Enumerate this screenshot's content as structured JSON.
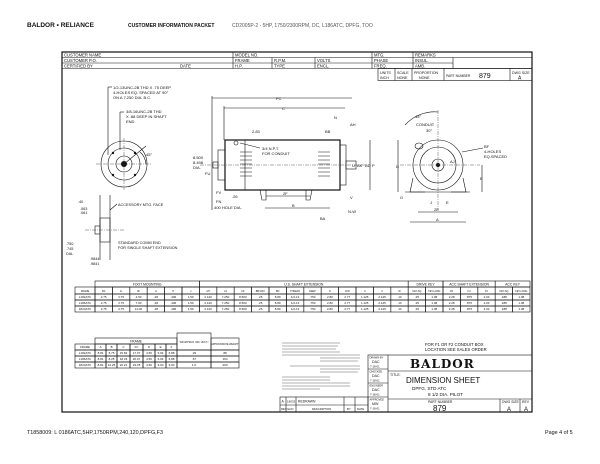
{
  "header": {
    "brand": "BALDOR • RELIANCE",
    "packet": "CUSTOMER INFORMATION PACKET",
    "model_desc": "CD2005P-2 - 5HP, 1750/2300RPM, DC, L186ATC, DPFG, TOO"
  },
  "info_block": {
    "customer_name": "CUSTOMER NAME",
    "customer_po": "CUSTOMER P.O.",
    "certified_by": "CERTIFIED BY",
    "date": "DATE",
    "model_no": "MODEL NO.",
    "frame": "FRAME",
    "rpm": "R.P.M.",
    "volts": "VOLTS",
    "hp": "H.P.",
    "type": "TYPE",
    "encl": "ENCL.",
    "mtg": "MTG.",
    "phase": "PHASE",
    "freq": "FREQ.",
    "remarks": "REMARKS",
    "insul": "INSUL.",
    "amb": "AMB."
  },
  "units_block": {
    "units_label": "UNITS",
    "units_value": "INCH",
    "scale_label": "SCALE",
    "scale_value": "NONE",
    "proportion_label": "PROPORTION",
    "proportion_value": "NONE",
    "part_label": "PART NUMBER",
    "part_value": "879",
    "dwg_size_label": "DWG SIZE",
    "dwg_size_value": "A"
  },
  "drawing_notes": {
    "tapped_holes": "1/2-13UNC-2B THD X .75 DEEP",
    "tapped_holes_2": "4-HOLES EQ. SPACED AT 90°",
    "tapped_holes_3": "ON A 7.250 DIA. B.C.",
    "shaft_end_1": "3/8-16UNC-2B THD",
    "shaft_end_2": "X .88 DEEP IN SHAFT",
    "shaft_end_3": "END.",
    "angle_45": "45°",
    "angle_30": "30°",
    "conduit_1": "3/4 N.P.T.",
    "conduit_2": "FOR CONDUIT",
    "conduit": "CONDUIT",
    "hole_dia": ".400 HOLE DIA.",
    "acc_face": "ACCESSORY MTG. FACE",
    "std_comm_1": "STANDARD COMM END",
    "std_comm_2": "FOR SINGLE SHAFT EXTENSION",
    "pilot_1": "8.500",
    "pilot_2": "8.498",
    "dia": "DIA.",
    "dim_283": "2.83",
    "dim_26": ".26",
    "dim_40": ".40",
    "dim_063": ".063",
    "dim_061": ".061",
    "dim_750": ".750",
    "dim_745": ".745",
    "dim_9844": ".9844",
    "dim_9841": ".9841",
    "bf_1": "BF",
    "bf_2": "4-HOLES",
    "bf_3": "EQ.SPACED",
    "labels": {
      "FC": "FC",
      "C": "C",
      "FU": "FU",
      "FV": "FV",
      "FN": "FN",
      "2F": "2F",
      "B": "B",
      "BA": "BA",
      "BB": "BB",
      "N": "N",
      "AH": "AH",
      "U": "U",
      "AK": "AK",
      "BD": "BD",
      "P": "P",
      "V": "V",
      "NW": "N-W",
      "D": "D",
      "G": "G",
      "J": "J",
      "E": "E",
      "2E": "2E",
      "A": "A",
      "AJ": "AJ"
    },
    "conduit_box_1": "FOR F1 OR F2 CONDUIT BOX",
    "conduit_box_2": "LOCATION SEE SALES ORDER"
  },
  "shaft_table": {
    "groups": [
      "FOOT MOUNTING",
      "U.S. SHAFT EXTENSION",
      "DRIVE KEY",
      "ACC SHAFT EXTENSION",
      "ACC KEY"
    ],
    "headers": [
      "FRAME",
      "BA",
      "E",
      "2F",
      "G",
      "H",
      "J",
      "AH",
      "AJ",
      "AK",
      "BB MAX",
      "BD",
      "THREAD",
      "DEEP",
      "N",
      "N-W",
      "U",
      "V",
      "W",
      "KEY-SQ",
      "KEY-LONG",
      "FN",
      "FU",
      "FV",
      "KEY-SQ",
      "KEY-LONG"
    ],
    "rows": [
      [
        "L182ATC",
        "2.75",
        "3.75",
        "4.50",
        ".28",
        ".406",
        "1.50",
        "2.120",
        "7.250",
        "8.500",
        ".25",
        "8.89",
        "1/2-13",
        ".750",
        "2.80",
        "2.77",
        "1.125",
        "2.125",
        ".13",
        ".25",
        "1.38",
        "2.28",
        ".875",
        "2.03",
        ".188",
        "1.38"
      ],
      [
        "L186ATC",
        "2.75",
        "3.75",
        "7.00",
        ".28",
        ".406",
        "1.50",
        "2.120",
        "7.250",
        "8.500",
        ".25",
        "8.89",
        "1/2-13",
        ".750",
        "2.80",
        "2.77",
        "1.125",
        "2.125",
        ".13",
        ".25",
        "1.38",
        "2.28",
        ".875",
        "2.03",
        ".188",
        "1.38"
      ],
      [
        "1810ATC",
        "2.75",
        "3.75",
        "11.00",
        ".28",
        ".406",
        "1.50",
        "2.120",
        "7.250",
        "8.500",
        ".25",
        "8.89",
        "1/2-13",
        ".750",
        "2.80",
        "2.77",
        "1.125",
        "2.125",
        ".13",
        ".25",
        "1.38",
        "2.28",
        ".875",
        "2.03",
        ".188",
        "1.38"
      ]
    ]
  },
  "frame_table": {
    "group": "FRAME",
    "wk_header": "WR APPROX. WK² LB.FT.²",
    "weight_header": "APPROXIMATE WEIGHT",
    "headers": [
      "FRAME",
      "A",
      "B",
      "C",
      "FC",
      "D",
      "E",
      "F"
    ],
    "rows": [
      [
        "L182ATC",
        "8.81",
        "5.75",
        "15.82",
        "17.37",
        "4.50",
        "6.94",
        "6.88",
        ".29",
        "88"
      ],
      [
        "L186ATC",
        "8.81",
        "8.25",
        "18.33",
        "20.07",
        "4.50",
        "6.94",
        "6.88",
        ".67",
        "164"
      ],
      [
        "1810ATC",
        "8.81",
        "12.25",
        "22.21",
        "23.78",
        "4.50",
        "9.00",
        "9.00",
        "1.0",
        "200"
      ]
    ]
  },
  "title_block": {
    "logo": "BALDOR",
    "title_label": "TITLE:",
    "title": "DIMENSION SHEET",
    "subtitle_1": "DPFG, STD ATC",
    "subtitle_2": "8 1/2 DIA. PILOT",
    "part_number_label": "PART NUMBER",
    "part_number": "879",
    "dwg_size_label": "DWG SIZE",
    "dwg_size": "A",
    "rev_label": "REV",
    "rev": "A",
    "sign_labels": [
      "DRAWN BY",
      "CHECKED",
      "ENGINEER",
      "APPROVED"
    ],
    "sign_values": [
      "DAC",
      "DAC",
      "DAC",
      "MW"
    ],
    "sign_dates": [
      "7-18-01",
      "7-18-01",
      "7-18-01",
      "7-18-01"
    ],
    "revision": {
      "rev": "A",
      "ecn": "19032",
      "desc": "REDRAWN"
    },
    "revision_headers": {
      "rev": "REV",
      "ecn": "ECN",
      "desc": "DESCRIPTION",
      "by": "BY",
      "date": "DATE"
    }
  },
  "footer": {
    "left": "T1858009: L 0186ATC,5HP,1750RPM,240,120,DPFG,F3",
    "right": "Page 4 of 5"
  }
}
